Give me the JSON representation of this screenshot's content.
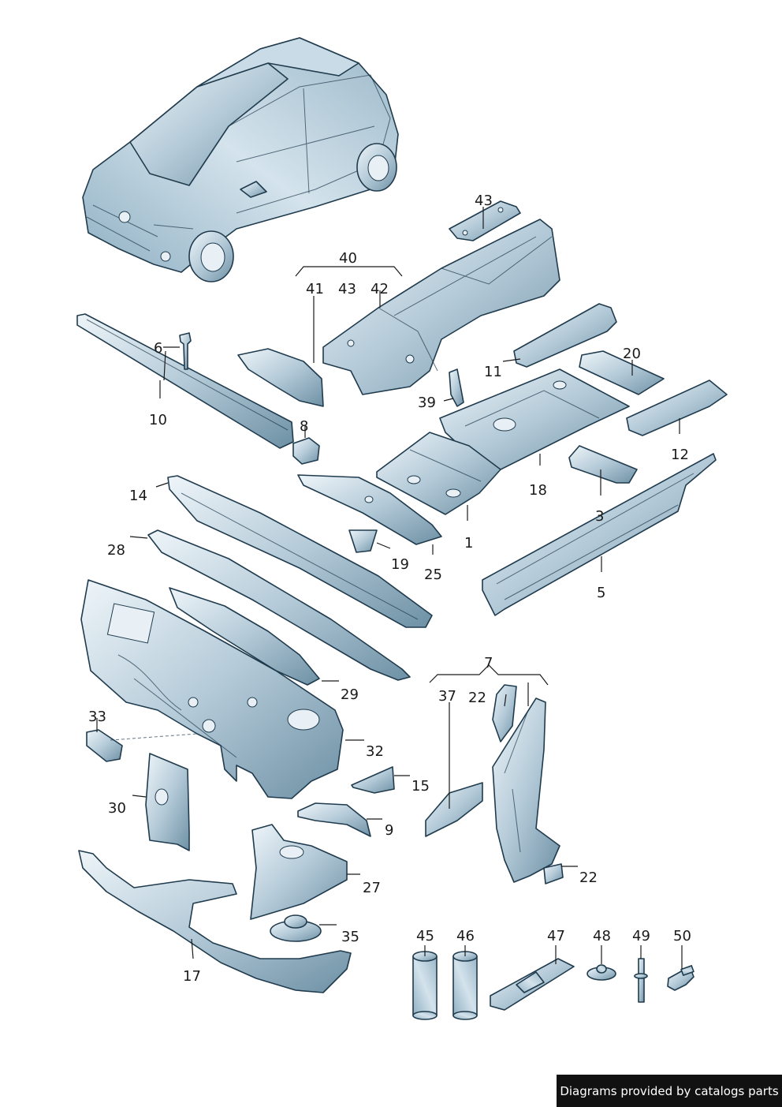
{
  "credit": "Diagrams provided by catalogs parts",
  "callouts": {
    "c1": "1",
    "c3": "3",
    "c5": "5",
    "c6": "6",
    "c7": "7",
    "c8": "8",
    "c9": "9",
    "c10": "10",
    "c11": "11",
    "c12": "12",
    "c14": "14",
    "c15": "15",
    "c17": "17",
    "c18": "18",
    "c19": "19",
    "c20": "20",
    "c22a": "22",
    "c22b": "22",
    "c25": "25",
    "c27": "27",
    "c28": "28",
    "c29": "29",
    "c30": "30",
    "c32": "32",
    "c33": "33",
    "c35": "35",
    "c37": "37",
    "c39": "39",
    "c40": "40",
    "c41": "41",
    "c42": "42",
    "c43a": "43",
    "c43b": "43",
    "c45": "45",
    "c46": "46",
    "c47": "47",
    "c48": "48",
    "c49": "49",
    "c50": "50"
  },
  "colors": {
    "metal_light": "#e6eff4",
    "metal_mid": "#a9c3d2",
    "metal_dark": "#5f8498",
    "outline": "#1f3b4d"
  }
}
